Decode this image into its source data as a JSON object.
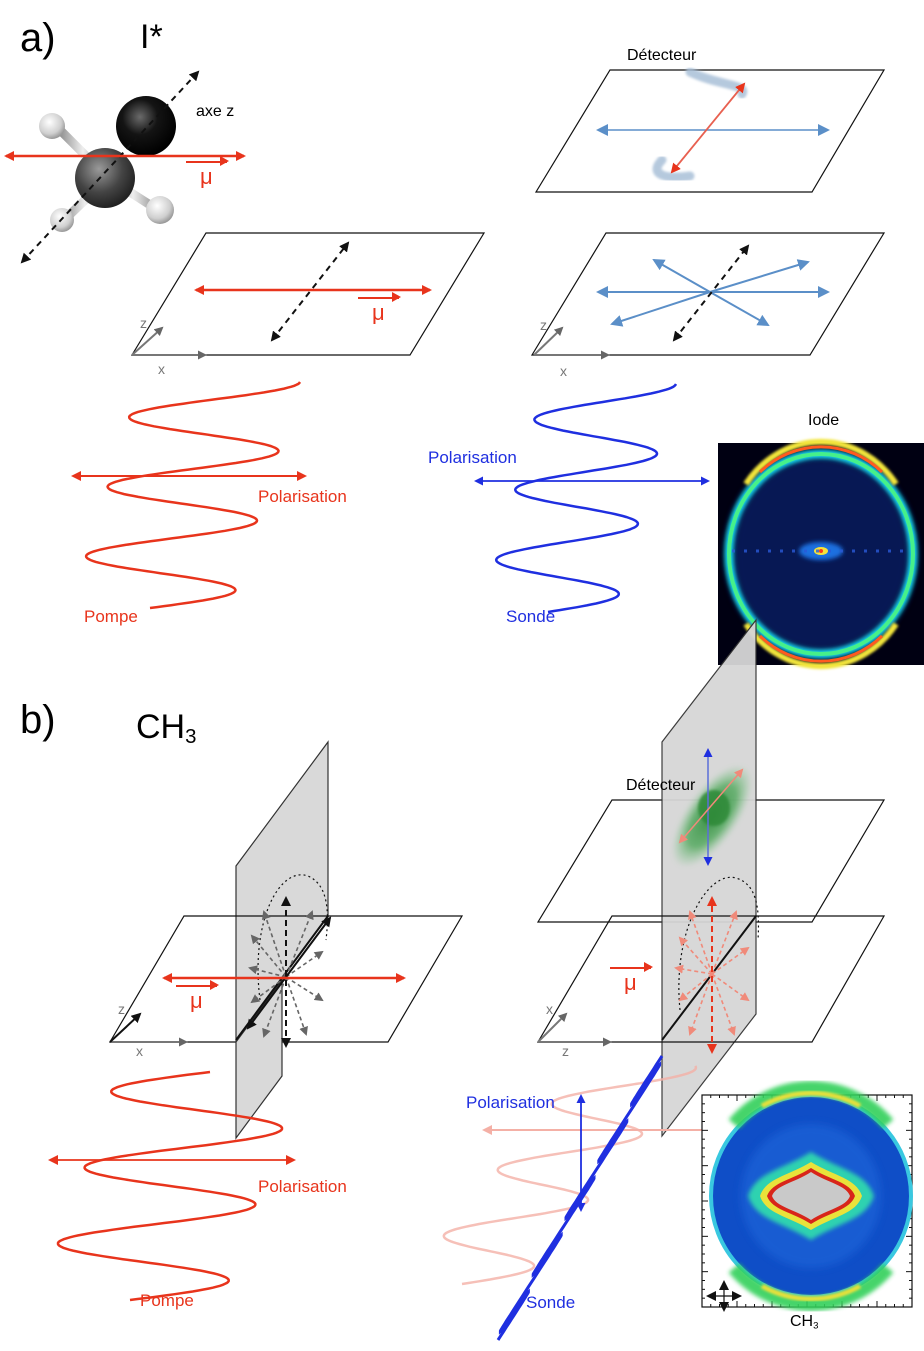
{
  "panel_a": {
    "letter": "a)",
    "species": "I*",
    "axis_z": "axe z",
    "mu": "μ",
    "detector": "Détecteur",
    "axis_z_short": "z",
    "axis_x_short": "x",
    "pump_polarisation": "Polarisation",
    "probe_polarisation": "Polarisation",
    "pump": "Pompe",
    "probe": "Sonde",
    "image_label": "Iode"
  },
  "panel_b": {
    "letter": "b)",
    "species_base": "CH",
    "species_sub": "3",
    "detector": "Détecteur",
    "mu_left": "μ",
    "mu_right": "μ",
    "left_axis_z": "z",
    "left_axis_x": "x",
    "right_axis_x": "x",
    "right_axis_z": "z",
    "pump_polarisation": "Polarisation",
    "probe_polarisation": "Polarisation",
    "pump": "Pompe",
    "probe": "Sonde",
    "image_label_base": "CH",
    "image_label_sub": "3"
  },
  "colors": {
    "pump": "#e8341c",
    "probe": "#1f2fe0",
    "light_blue": "#5b8fc8",
    "green": "#2e9a3a"
  }
}
